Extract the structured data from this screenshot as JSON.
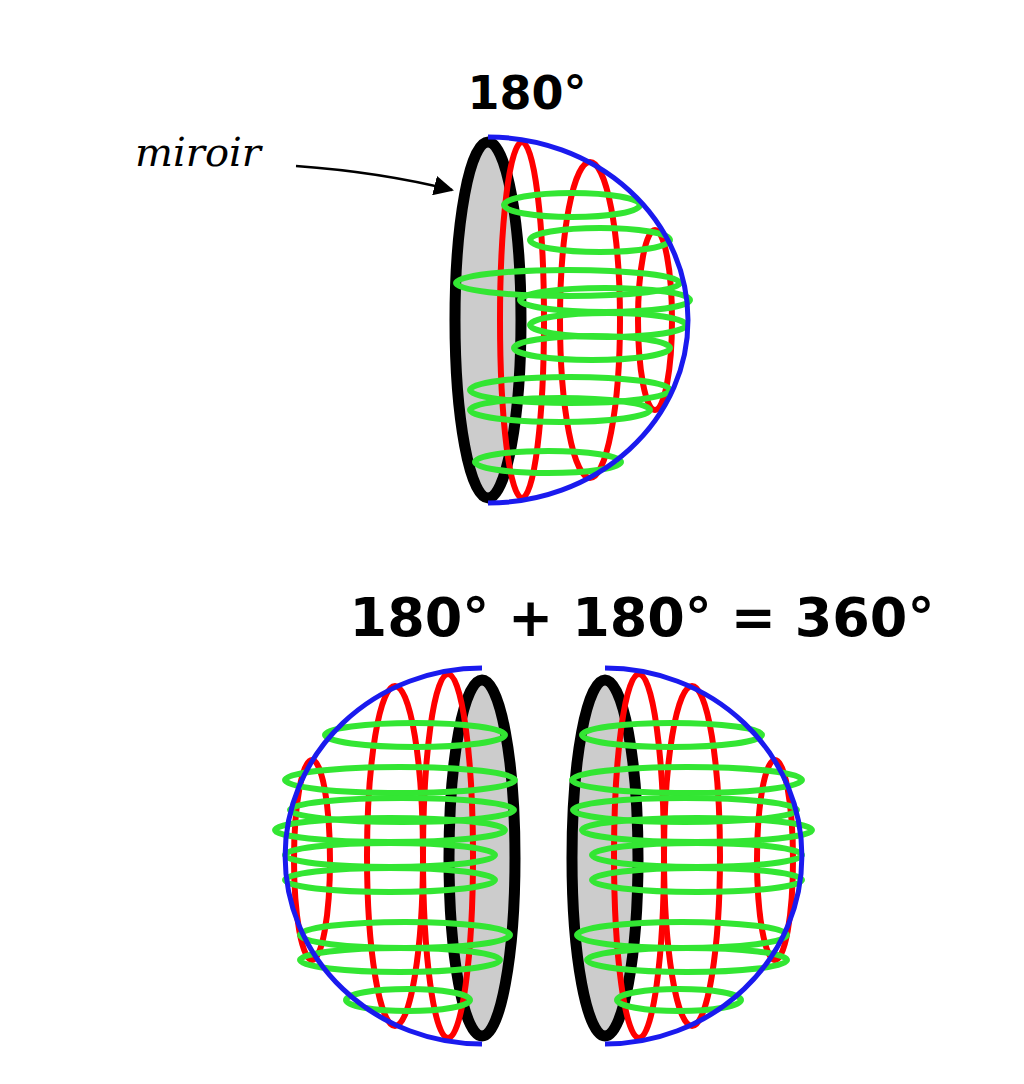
{
  "diagram": {
    "labels": [
      "180°",
      "miroir",
      "180° + 180° = 360°"
    ]
  }
}
